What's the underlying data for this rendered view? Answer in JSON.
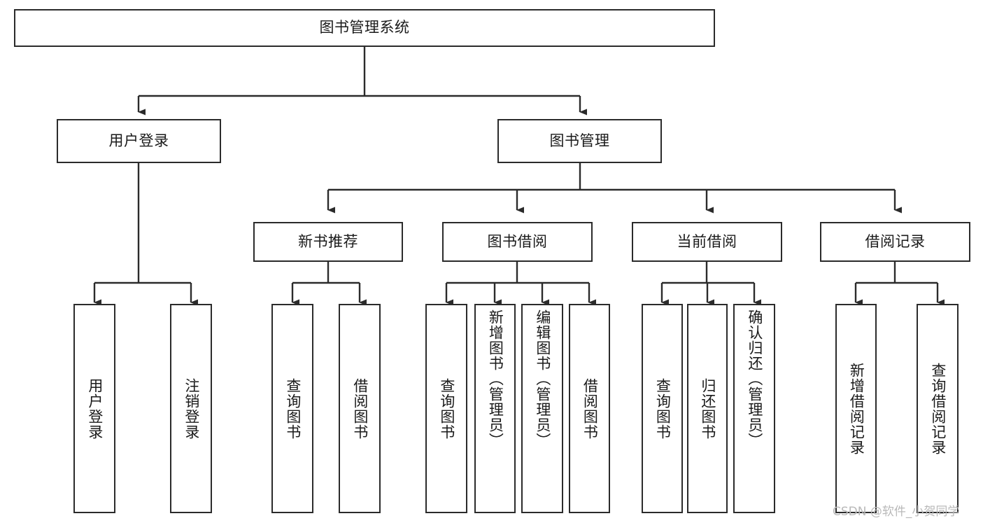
{
  "diagram": {
    "type": "tree",
    "title": "图书管理系统",
    "orientation": "top-down",
    "colors": {
      "box_border": "#2b2b2b",
      "box_fill": "#ffffff",
      "edge": "#2b2b2b",
      "text": "#1a1a1a",
      "watermark": "#b9b9b9"
    },
    "nodes": {
      "root": {
        "label": "图书管理系统",
        "level": 0
      },
      "l1": [
        {
          "id": "user_login",
          "label": "用户登录",
          "level": 1
        },
        {
          "id": "book_manage",
          "label": "图书管理",
          "level": 1
        }
      ],
      "l2": [
        {
          "id": "new_book_rec",
          "label": "新书推荐",
          "level": 2
        },
        {
          "id": "book_borrow",
          "label": "图书借阅",
          "level": 2
        },
        {
          "id": "current_borrow",
          "label": "当前借阅",
          "level": 2
        },
        {
          "id": "borrow_record",
          "label": "借阅记录",
          "level": 2
        }
      ],
      "leaves": {
        "user_login": [
          {
            "id": "leaf_user_login",
            "label": "用户登录"
          },
          {
            "id": "leaf_user_logout",
            "label": "注销登录"
          }
        ],
        "new_book_rec": [
          {
            "id": "leaf_query_book_1",
            "label": "查询图书"
          },
          {
            "id": "leaf_borrow_book_1",
            "label": "借阅图书"
          }
        ],
        "book_borrow": [
          {
            "id": "leaf_query_book_2",
            "label": "查询图书"
          },
          {
            "id": "leaf_add_book",
            "label": "新增图书（管理员）"
          },
          {
            "id": "leaf_edit_book",
            "label": "编辑图书（管理员）"
          },
          {
            "id": "leaf_borrow_book_2",
            "label": "借阅图书"
          }
        ],
        "current_borrow": [
          {
            "id": "leaf_query_book_3",
            "label": "查询图书"
          },
          {
            "id": "leaf_return_book",
            "label": "归还图书"
          },
          {
            "id": "leaf_confirm_return",
            "label": "确认归还（管理员）"
          }
        ],
        "borrow_record": [
          {
            "id": "leaf_add_record",
            "label": "新增借阅记录"
          },
          {
            "id": "leaf_query_record",
            "label": "查询借阅记录"
          }
        ]
      }
    }
  },
  "watermark": {
    "text": "CSDN @软件_小贺同学"
  }
}
